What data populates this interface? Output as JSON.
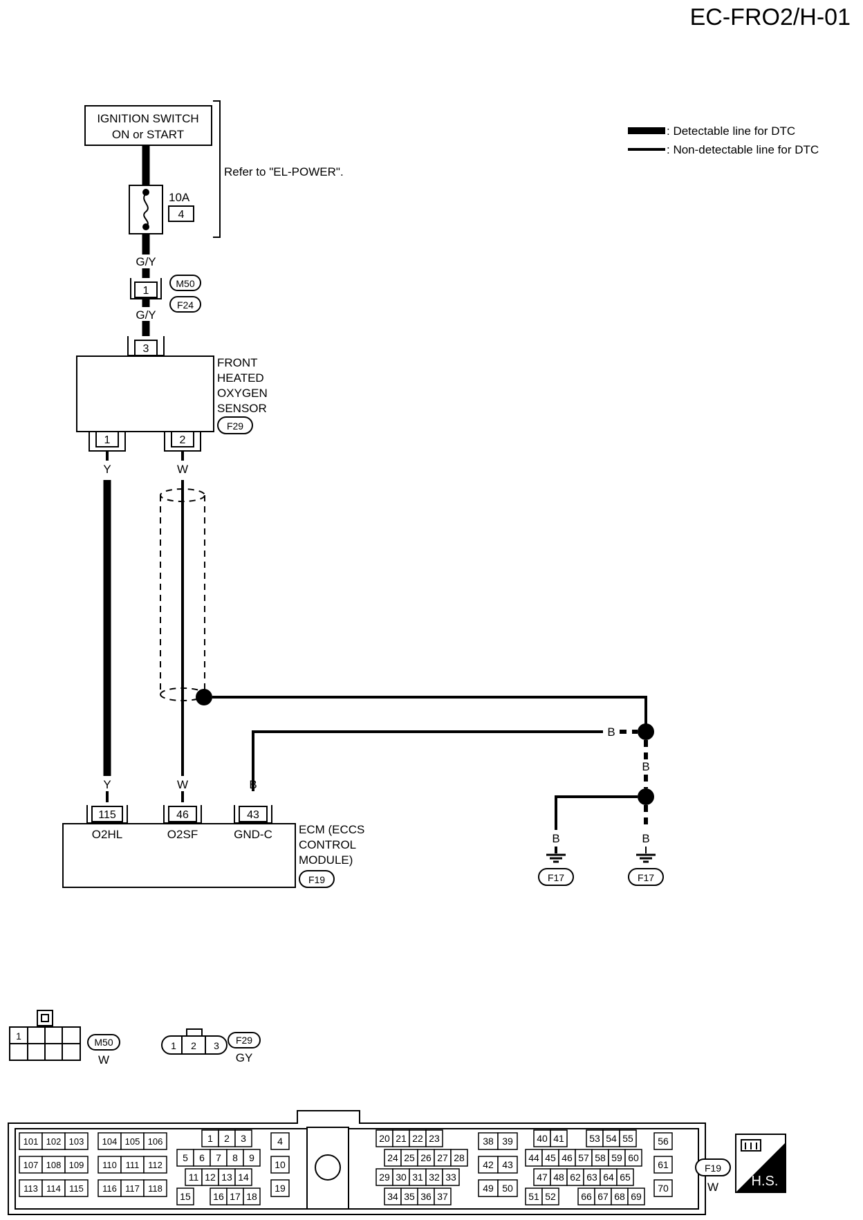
{
  "title": "EC-FRO2/H-01",
  "legend": {
    "detectable": ": Detectable line for DTC",
    "non_detectable": ": Non-detectable line for DTC"
  },
  "ignition": {
    "line1": "IGNITION SWITCH",
    "line2": "ON or START"
  },
  "refer_text": "Refer to \"EL-POWER\".",
  "fuse": {
    "rating": "10A",
    "number": "4"
  },
  "wires": {
    "gy_top": "G/Y",
    "gy_bottom": "G/Y",
    "y_top": "Y",
    "w_top": "W",
    "y_bottom": "Y",
    "w_bottom": "W",
    "b_gnd": "B",
    "b_right": "B",
    "b_mid": "B",
    "b_left_ground": "B",
    "b_right_ground": "B"
  },
  "connector_m50": {
    "pin": "1",
    "tag_top": "M50",
    "tag_bottom": "F24"
  },
  "sensor": {
    "line1": "FRONT",
    "line2": "HEATED",
    "line3": "OXYGEN",
    "line4": "SENSOR",
    "connector": "F29",
    "pin_top": "3",
    "pin_left": "1",
    "pin_right": "2"
  },
  "ecm": {
    "line1": "ECM (ECCS",
    "line2": "CONTROL",
    "line3": "MODULE)",
    "connector": "F19",
    "pins": [
      {
        "num": "115",
        "label": "O2HL"
      },
      {
        "num": "46",
        "label": "O2SF"
      },
      {
        "num": "43",
        "label": "GND-C"
      }
    ]
  },
  "grounds": {
    "left": "F17",
    "right": "F17"
  },
  "views": {
    "m50": {
      "name": "M50",
      "color": "W",
      "pin1": "1"
    },
    "f29": {
      "name": "F29",
      "color": "GY",
      "pins": [
        "1",
        "2",
        "3"
      ]
    },
    "f19": {
      "name": "F19",
      "color": "W",
      "hs": "H.S."
    }
  },
  "f19_groups": {
    "g1": [
      [
        "101",
        "102",
        "103"
      ],
      [
        "107",
        "108",
        "109"
      ],
      [
        "113",
        "114",
        "115"
      ]
    ],
    "g2": [
      [
        "104",
        "105",
        "106"
      ],
      [
        "110",
        "111",
        "112"
      ],
      [
        "116",
        "117",
        "118"
      ]
    ],
    "g3r1": [
      "1",
      "2",
      "3"
    ],
    "g3r2": [
      "5",
      "6",
      "7",
      "8",
      "9"
    ],
    "g3r3": [
      "11",
      "12",
      "13",
      "14"
    ],
    "g3r4a": [
      "15"
    ],
    "g3r4b": [
      "16",
      "17",
      "18"
    ],
    "g4": [
      "4",
      "10",
      "19"
    ],
    "g5r1": [
      "20",
      "21",
      "22",
      "23"
    ],
    "g5r2": [
      "24",
      "25",
      "26",
      "27",
      "28"
    ],
    "g5r3": [
      "29",
      "30",
      "31",
      "32",
      "33"
    ],
    "g5r4": [
      "34",
      "35",
      "36",
      "37"
    ],
    "g6": [
      [
        "38",
        "39"
      ],
      [
        "42",
        "43"
      ],
      [
        "49",
        "50"
      ]
    ],
    "g7r1a": [
      "40",
      "41"
    ],
    "g7r1b": [
      "53",
      "54",
      "55"
    ],
    "g7r2": [
      "44",
      "45",
      "46",
      "57",
      "58",
      "59",
      "60"
    ],
    "g7r3": [
      "47",
      "48",
      "62",
      "63",
      "64",
      "65"
    ],
    "g7r4a": [
      "51",
      "52"
    ],
    "g7r4b": [
      "66",
      "67",
      "68",
      "69"
    ],
    "g8": [
      "56",
      "61",
      "70"
    ]
  }
}
